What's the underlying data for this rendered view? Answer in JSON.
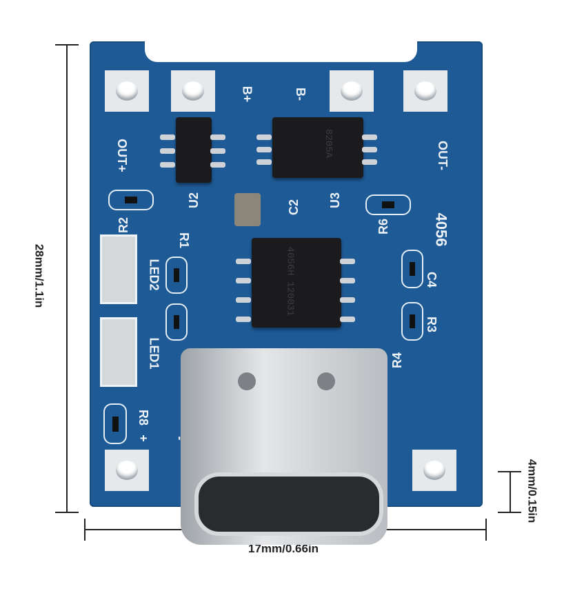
{
  "dimensions": {
    "height_label": "28mm/1.1in",
    "width_label": "17mm/0.66in",
    "thickness_label": "4mm/0.15in"
  },
  "board": {
    "silkscreen": {
      "b_plus": "B+",
      "b_minus": "B-",
      "out_plus": "OUT+",
      "out_minus": "OUT-",
      "u2": "U2",
      "u3": "U3",
      "c2": "C2",
      "r6": "R6",
      "r2": "R2",
      "r1": "R1",
      "led2": "LED2",
      "led1": "LED1",
      "c4": "C4",
      "r3": "R3",
      "r4": "R4",
      "r8": "R8",
      "model": "4056",
      "plus": "+",
      "minus": "-"
    },
    "chips": {
      "u3_marking": "8205A",
      "u1_marking": "4056H 120031"
    },
    "colors": {
      "pcb": "#1e5a96",
      "silk": "#eef3f8"
    }
  }
}
